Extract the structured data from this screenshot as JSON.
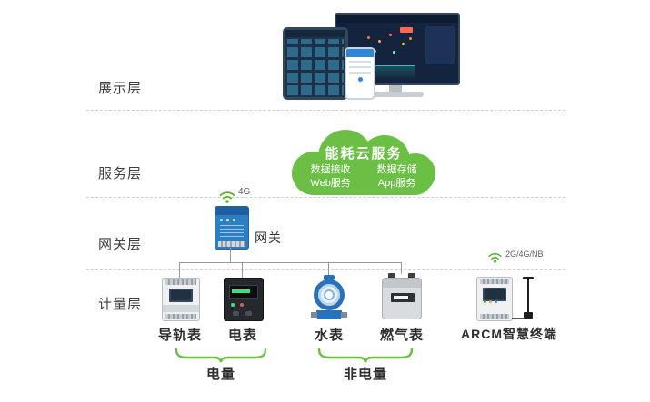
{
  "layers": [
    {
      "label": "展示层"
    },
    {
      "label": "服务层"
    },
    {
      "label": "网关层"
    },
    {
      "label": "计量层"
    }
  ],
  "cloud": {
    "title": "能耗云服务",
    "columns": [
      {
        "items": [
          "数据接收",
          "Web服务"
        ]
      },
      {
        "items": [
          "数据存储",
          "App服务"
        ]
      }
    ]
  },
  "gateway": {
    "label": "网关",
    "wireless_label": "4G"
  },
  "meters": [
    {
      "label": "导轨表"
    },
    {
      "label": "电表"
    },
    {
      "label": "水表"
    },
    {
      "label": "燃气表"
    }
  ],
  "terminal": {
    "label": "ARCM智慧终端",
    "wireless_label": "2G/4G/NB"
  },
  "groups": [
    {
      "label": "电量"
    },
    {
      "label": "非电量"
    }
  ],
  "colors": {
    "cloud_green": "#6cbf45",
    "wifi_green": "#56b32f",
    "gateway_blue": "#2b7fc2",
    "water_blue": "#2a72b8",
    "line_gray": "#9a9a9a"
  }
}
